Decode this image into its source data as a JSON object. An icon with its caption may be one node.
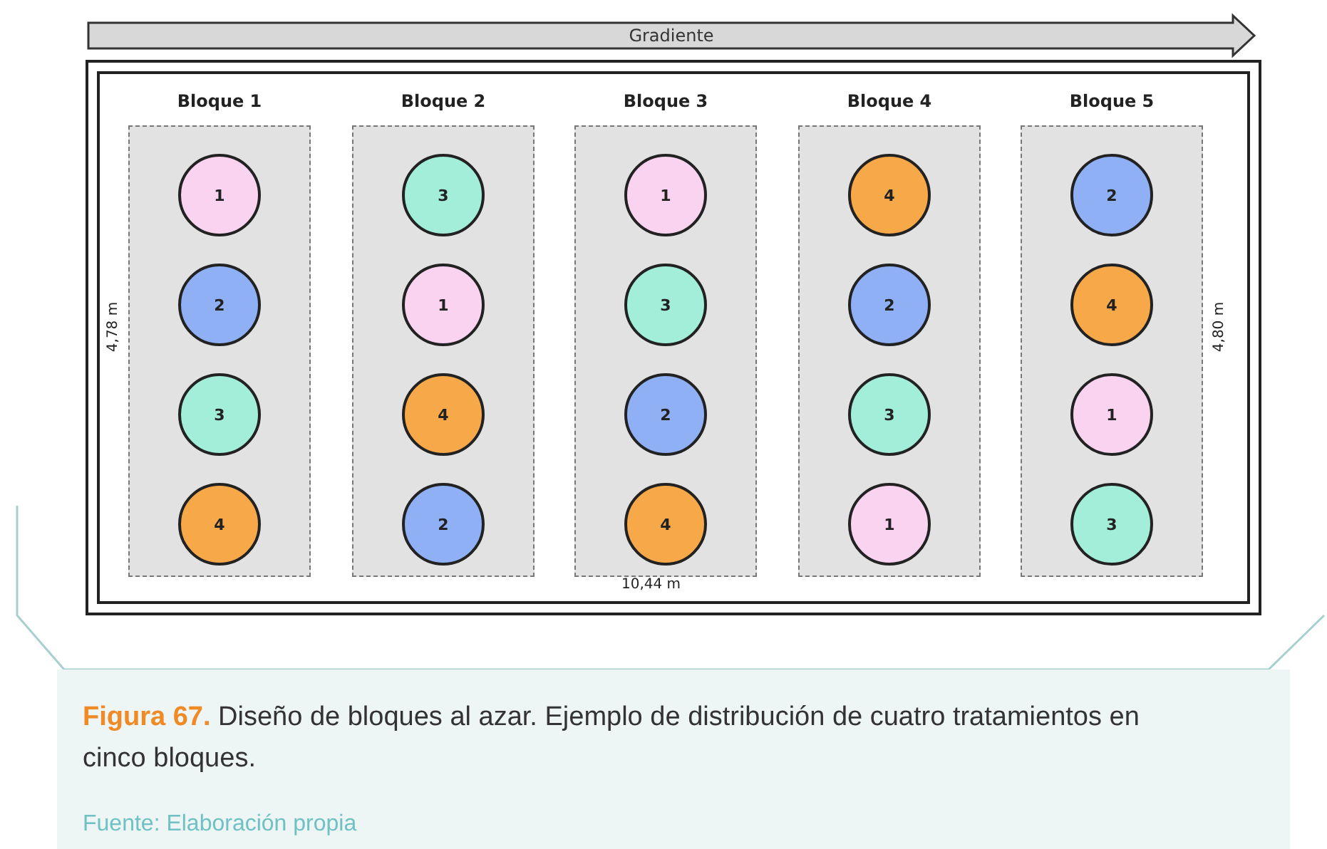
{
  "diagram": {
    "caption": "**Figura 67.** Diseño de bloques al azar. Ejemplo de distribución de cuatro tratamientos en cinco bloques.",
    "nodes": [
      {
        "text": [],
        "shape": "box"
      },
      {
        "text": [
          "Bloque 1"
        ],
        "in": 0
      },
      {
        "text": [
          "1"
        ],
        "in": 1
      },
      {
        "text": [
          "2"
        ],
        "in": 1
      },
      {
        "text": [
          "3"
        ],
        "in": 1
      },
      {
        "text": [
          "4"
        ],
        "in": 1
      },
      {
        "text": [
          "Bloque 2"
        ],
        "in": 0
      },
      {
        "text": [
          "3"
        ],
        "in": 6
      },
      {
        "text": [
          "1"
        ],
        "in": 6
      },
      {
        "text": [
          "4"
        ],
        "in": 6
      },
      {
        "text": [
          "2"
        ],
        "in": 6
      },
      {
        "text": [
          "Bloque 3"
        ],
        "in": 0
      },
      {
        "text": [
          "1"
        ],
        "in": 11
      },
      {
        "text": [
          "3"
        ],
        "in": 11
      },
      {
        "text": [
          "2"
        ],
        "in": 11
      },
      {
        "text": [
          "4"
        ],
        "in": 11
      },
      {
        "text": [
          "Bloque 4"
        ],
        "in": 0
      },
      {
        "text": [
          "4"
        ],
        "in": 16
      },
      {
        "text": [
          "2"
        ],
        "in": 16
      },
      {
        "text": [
          "3"
        ],
        "in": 16
      },
      {
        "text": [
          "1"
        ],
        "in": 16
      },
      {
        "text": [
          "Bloque 5"
        ],
        "in": 0
      },
      {
        "text": [
          "2"
        ],
        "in": 21
      },
      {
        "text": [
          "4"
        ],
        "in": 21
      },
      {
        "text": [
          "1"
        ],
        "in": 21
      },
      {
        "text": [
          "3"
        ],
        "in": 21
      }
    ],
    "labels": [
      "Gradiente",
      "4,78 m",
      "4,80 m",
      "10,44 m",
      "Fuente: Elaboración propia"
    ]
  }
}
